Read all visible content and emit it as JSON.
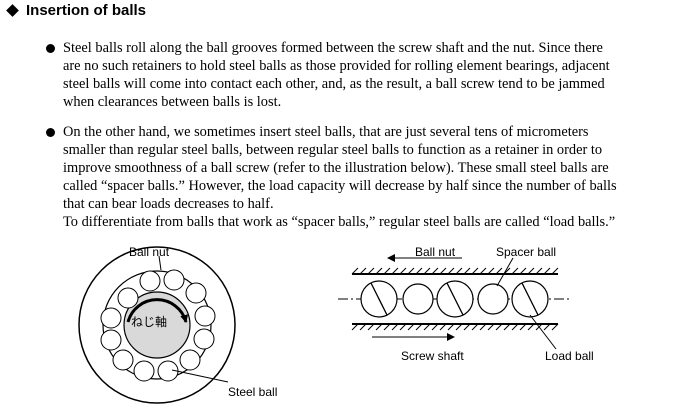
{
  "heading": "Insertion of balls",
  "bullets": [
    {
      "lines": [
        "Steel balls roll along the ball grooves formed between the screw shaft and the nut. Since there",
        "are no such retainers to hold steel balls as those provided for rolling element bearings, adjacent",
        "steel balls will come into contact each other, and, as the result, a ball screw tend to be jammed",
        "when clearances between balls is lost."
      ]
    },
    {
      "lines": [
        "On the other hand, we sometimes insert steel balls, that are just several tens of micrometers",
        "smaller than regular steel balls, between regular steel balls to function as a retainer in order to",
        "improve smoothness of a ball screw (refer to the illustration below). These small steel balls are",
        "called “spacer balls.” However, the load capacity will decrease by half since the number of balls",
        "that can bear loads decreases to half.",
        "To differentiate from balls that work as “spacer balls,” regular steel balls are called “load balls.”"
      ]
    }
  ],
  "figure_left": {
    "top_label": "Ball nut",
    "center_label": "ねじ軸",
    "bottom_label": "Steel ball"
  },
  "figure_right": {
    "ball_nut_label": "Ball nut",
    "spacer_ball_label": "Spacer ball",
    "screw_shaft_label": "Screw shaft",
    "load_ball_label": "Load ball"
  },
  "colors": {
    "text": "#000000",
    "shaft_fill": "#d9d9d9",
    "background": "#ffffff"
  }
}
